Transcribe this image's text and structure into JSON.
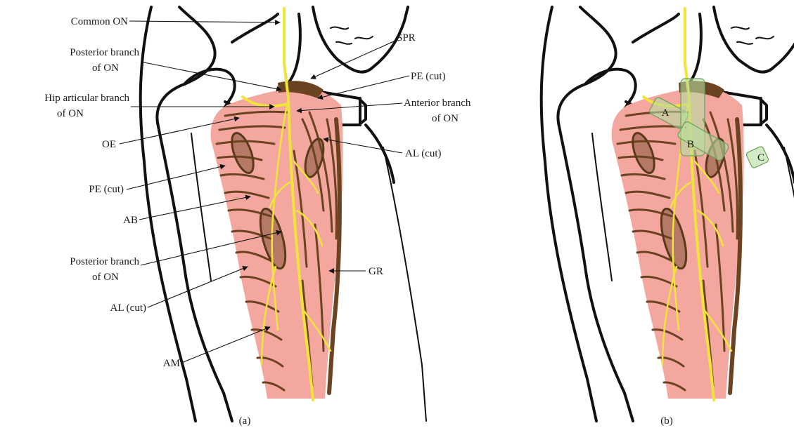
{
  "colors": {
    "muscle_fill": "#f4a79e",
    "muscle_fiber": "#6b4320",
    "nerve": "#f0e43a",
    "block_zone": "#b6dca0"
  },
  "panel_a": {
    "caption": "(a)",
    "labels": {
      "common_on": "Common ON",
      "posterior_branch_1": "Posterior branch",
      "posterior_branch_1b": "of ON",
      "hip_articular_1": "Hip articular branch",
      "hip_articular_2": "of ON",
      "oe": "OE",
      "pe_cut_left": "PE (cut)",
      "ab": "AB",
      "posterior_branch_2": "Posterior branch",
      "posterior_branch_2b": "of ON",
      "al_cut_left": "AL (cut)",
      "am": "AM",
      "spr": "SPR",
      "pe_cut_right": "PE (cut)",
      "anterior_branch_1": "Anterior branch",
      "anterior_branch_2": "of ON",
      "al_cut_right": "AL (cut)",
      "gr": "GR"
    }
  },
  "panel_b": {
    "caption": "(b)",
    "zones": {
      "a": "A",
      "b": "B",
      "c": "C"
    }
  }
}
